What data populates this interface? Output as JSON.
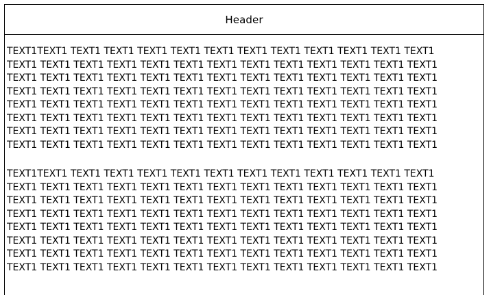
{
  "header": {
    "title": "Header"
  },
  "paragraphs": [
    {
      "lines": [
        "TEXT1TEXT1 TEXT1 TEXT1 TEXT1 TEXT1 TEXT1 TEXT1 TEXT1 TEXT1 TEXT1 TEXT1 TEXT1",
        "TEXT1 TEXT1 TEXT1 TEXT1 TEXT1 TEXT1 TEXT1 TEXT1 TEXT1 TEXT1 TEXT1 TEXT1 TEXT1",
        "TEXT1 TEXT1 TEXT1 TEXT1 TEXT1 TEXT1 TEXT1 TEXT1 TEXT1 TEXT1 TEXT1 TEXT1 TEXT1",
        "TEXT1 TEXT1 TEXT1 TEXT1 TEXT1 TEXT1 TEXT1 TEXT1 TEXT1 TEXT1 TEXT1 TEXT1 TEXT1",
        "TEXT1 TEXT1 TEXT1 TEXT1 TEXT1 TEXT1 TEXT1 TEXT1 TEXT1 TEXT1 TEXT1 TEXT1 TEXT1",
        "TEXT1 TEXT1 TEXT1 TEXT1 TEXT1 TEXT1 TEXT1 TEXT1 TEXT1 TEXT1 TEXT1 TEXT1 TEXT1",
        "TEXT1 TEXT1 TEXT1 TEXT1 TEXT1 TEXT1 TEXT1 TEXT1 TEXT1 TEXT1 TEXT1 TEXT1 TEXT1",
        "TEXT1 TEXT1 TEXT1 TEXT1 TEXT1 TEXT1 TEXT1 TEXT1 TEXT1 TEXT1 TEXT1 TEXT1 TEXT1"
      ]
    },
    {
      "lines": [
        "TEXT1TEXT1 TEXT1 TEXT1 TEXT1 TEXT1 TEXT1 TEXT1 TEXT1 TEXT1 TEXT1 TEXT1 TEXT1",
        "TEXT1 TEXT1 TEXT1 TEXT1 TEXT1 TEXT1 TEXT1 TEXT1 TEXT1 TEXT1 TEXT1 TEXT1 TEXT1",
        "TEXT1 TEXT1 TEXT1 TEXT1 TEXT1 TEXT1 TEXT1 TEXT1 TEXT1 TEXT1 TEXT1 TEXT1 TEXT1",
        "TEXT1 TEXT1 TEXT1 TEXT1 TEXT1 TEXT1 TEXT1 TEXT1 TEXT1 TEXT1 TEXT1 TEXT1 TEXT1",
        "TEXT1 TEXT1 TEXT1 TEXT1 TEXT1 TEXT1 TEXT1 TEXT1 TEXT1 TEXT1 TEXT1 TEXT1 TEXT1",
        "TEXT1 TEXT1 TEXT1 TEXT1 TEXT1 TEXT1 TEXT1 TEXT1 TEXT1 TEXT1 TEXT1 TEXT1 TEXT1",
        "TEXT1 TEXT1 TEXT1 TEXT1 TEXT1 TEXT1 TEXT1 TEXT1 TEXT1 TEXT1 TEXT1 TEXT1 TEXT1",
        "TEXT1 TEXT1 TEXT1 TEXT1 TEXT1 TEXT1 TEXT1 TEXT1 TEXT1 TEXT1 TEXT1 TEXT1 TEXT1"
      ]
    }
  ]
}
